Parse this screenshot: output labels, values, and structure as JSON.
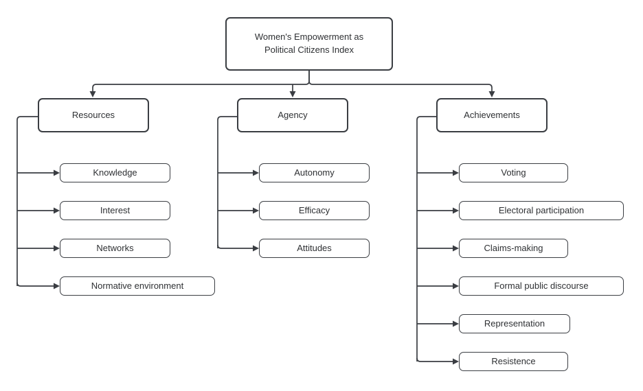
{
  "diagram": {
    "title": "Women's Empowerment as Political Citizens Index diagram",
    "root": {
      "label": "Women's Empowerment as\nPolitical Citizens Index"
    },
    "branches": [
      {
        "label": "Resources",
        "children": [
          "Knowledge",
          "Interest",
          "Networks",
          "Normative environment"
        ]
      },
      {
        "label": "Agency",
        "children": [
          "Autonomy",
          "Efficacy",
          "Attitudes"
        ]
      },
      {
        "label": "Achievements",
        "children": [
          "Voting",
          "Electoral participation",
          "Claims-making",
          "Formal public discourse",
          "Representation",
          "Resistence"
        ]
      }
    ],
    "colors": {
      "line": "#3a3d42",
      "box_border": "#3a3d42",
      "text": "#2e3033",
      "background": "#ffffff"
    }
  }
}
